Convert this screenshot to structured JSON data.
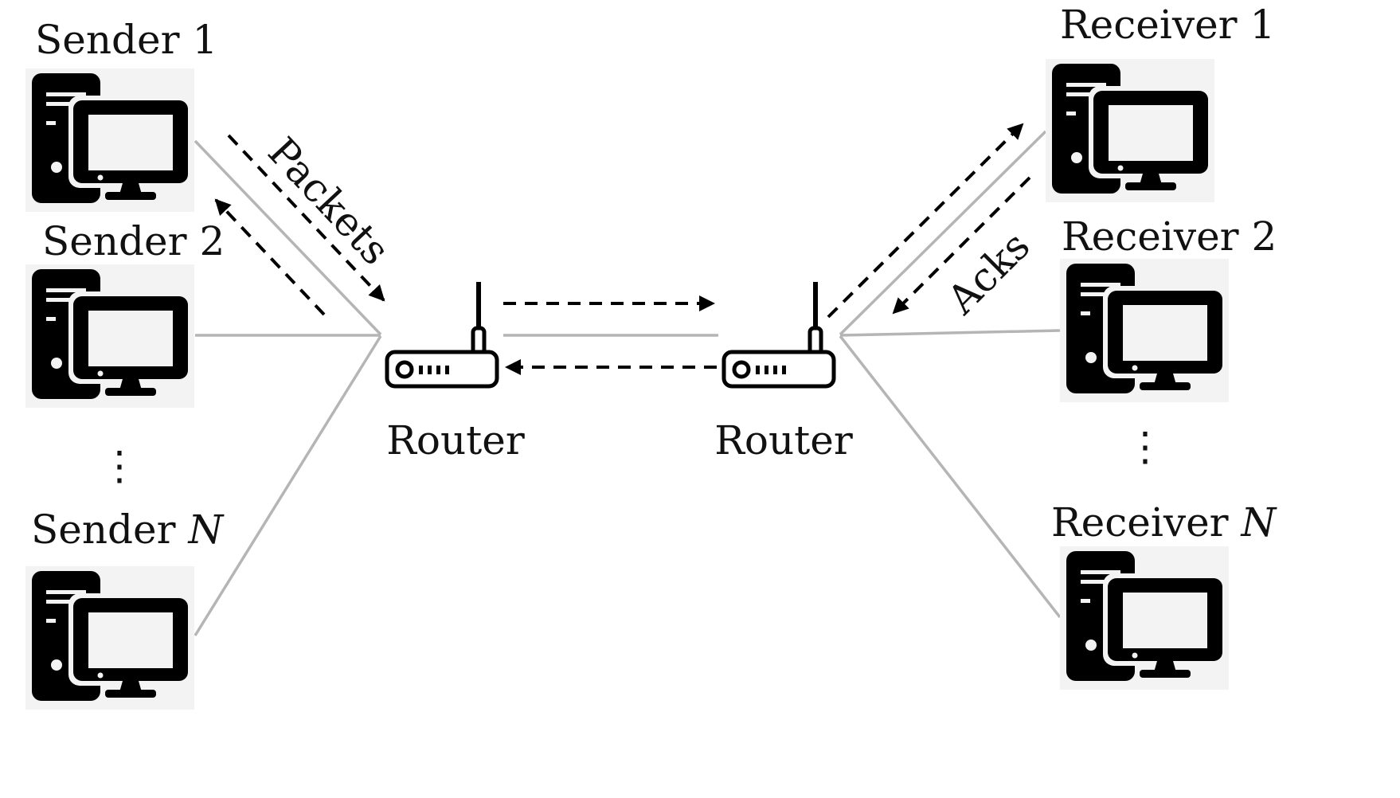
{
  "senders": [
    {
      "name": "Sender",
      "index": "1"
    },
    {
      "name": "Sender",
      "index": "2"
    },
    {
      "name": "Sender",
      "index": "N"
    }
  ],
  "receivers": [
    {
      "name": "Receiver",
      "index": "1"
    },
    {
      "name": "Receiver",
      "index": "2"
    },
    {
      "name": "Receiver",
      "index": "N"
    }
  ],
  "routers": [
    {
      "label": "Router"
    },
    {
      "label": "Router"
    }
  ],
  "flow_labels": {
    "packets": "Packets",
    "acks": "Acks"
  },
  "ellipsis": "⋮",
  "icons": {
    "host": "desktop-computer-icon",
    "router": "wifi-router-icon"
  },
  "colors": {
    "link": "#b5b5b5",
    "icon": "#000000",
    "icon_bg": "#f3f3f3"
  }
}
